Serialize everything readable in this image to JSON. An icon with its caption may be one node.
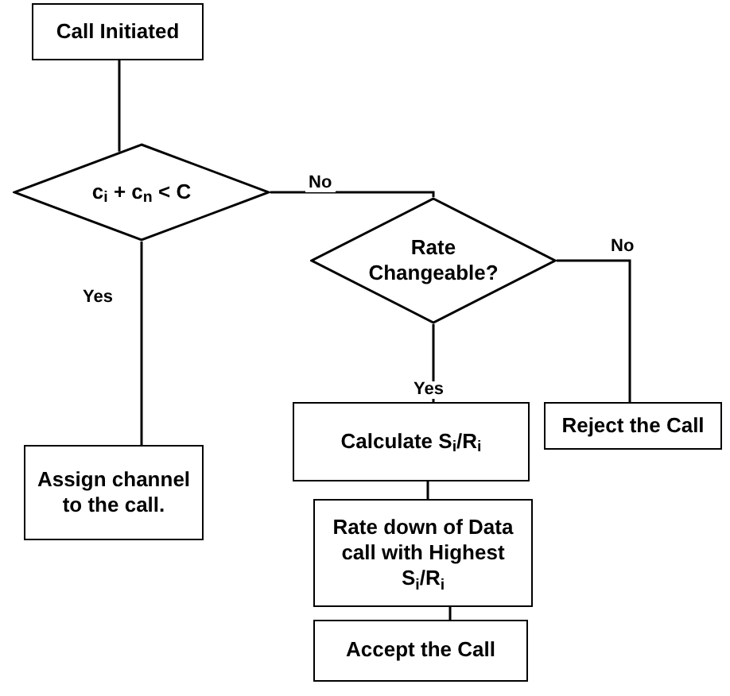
{
  "diagram": {
    "nodes": [
      {
        "text": [
          "Call Initiated"
        ]
      },
      {
        "text": [
          "c$_{i}$ + c$_{n}$ < C"
        ]
      },
      {
        "text": [
          "Rate Changeable?"
        ]
      },
      {
        "text": [
          "Assign channel to the call."
        ]
      },
      {
        "text": [
          "Calculate S$_{i}$/R$_{i}$"
        ]
      },
      {
        "text": [
          "Reject the Call"
        ]
      },
      {
        "text": [
          "Rate down of Data call with Highest S$_{i}$/R$_{i}$"
        ]
      },
      {
        "text": [
          "Accept the Call"
        ]
      }
    ],
    "edges": [
      {
        "from": 0,
        "to": 1,
        "arrow": "none"
      },
      {
        "from": 1,
        "to": 3,
        "arrow": "none",
        "label": "Yes"
      },
      {
        "from": 1,
        "to": 2,
        "arrow": "none",
        "label": "No"
      },
      {
        "from": 2,
        "to": 4,
        "arrow": "none",
        "label": "Yes"
      },
      {
        "from": 2,
        "to": 5,
        "arrow": "none",
        "label": "No"
      },
      {
        "from": 4,
        "to": 6,
        "arrow": "none"
      },
      {
        "from": 6,
        "to": 7,
        "arrow": "none"
      }
    ]
  }
}
